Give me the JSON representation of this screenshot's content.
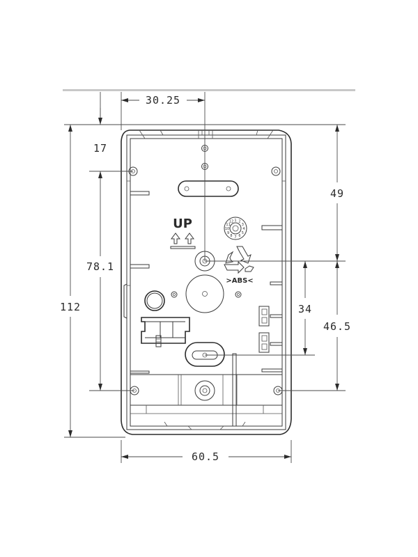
{
  "dimensions": {
    "top_width": "30.25",
    "left_small": "17",
    "left_mid": "78.1",
    "left_total": "112",
    "right_top": "49",
    "right_mid": "34",
    "right_lower": "46.5",
    "bottom_width": "60.5"
  },
  "labels": {
    "up": "UP",
    "abs": ">ABS<",
    "dial_numbers": [
      "1",
      "2",
      "3",
      "4",
      "5",
      "6",
      "7",
      "8",
      "9",
      "10",
      "11",
      "12"
    ]
  },
  "colors": {
    "line": "#2b2b2b",
    "background": "#ffffff",
    "top_band": "#c8c8c8"
  }
}
